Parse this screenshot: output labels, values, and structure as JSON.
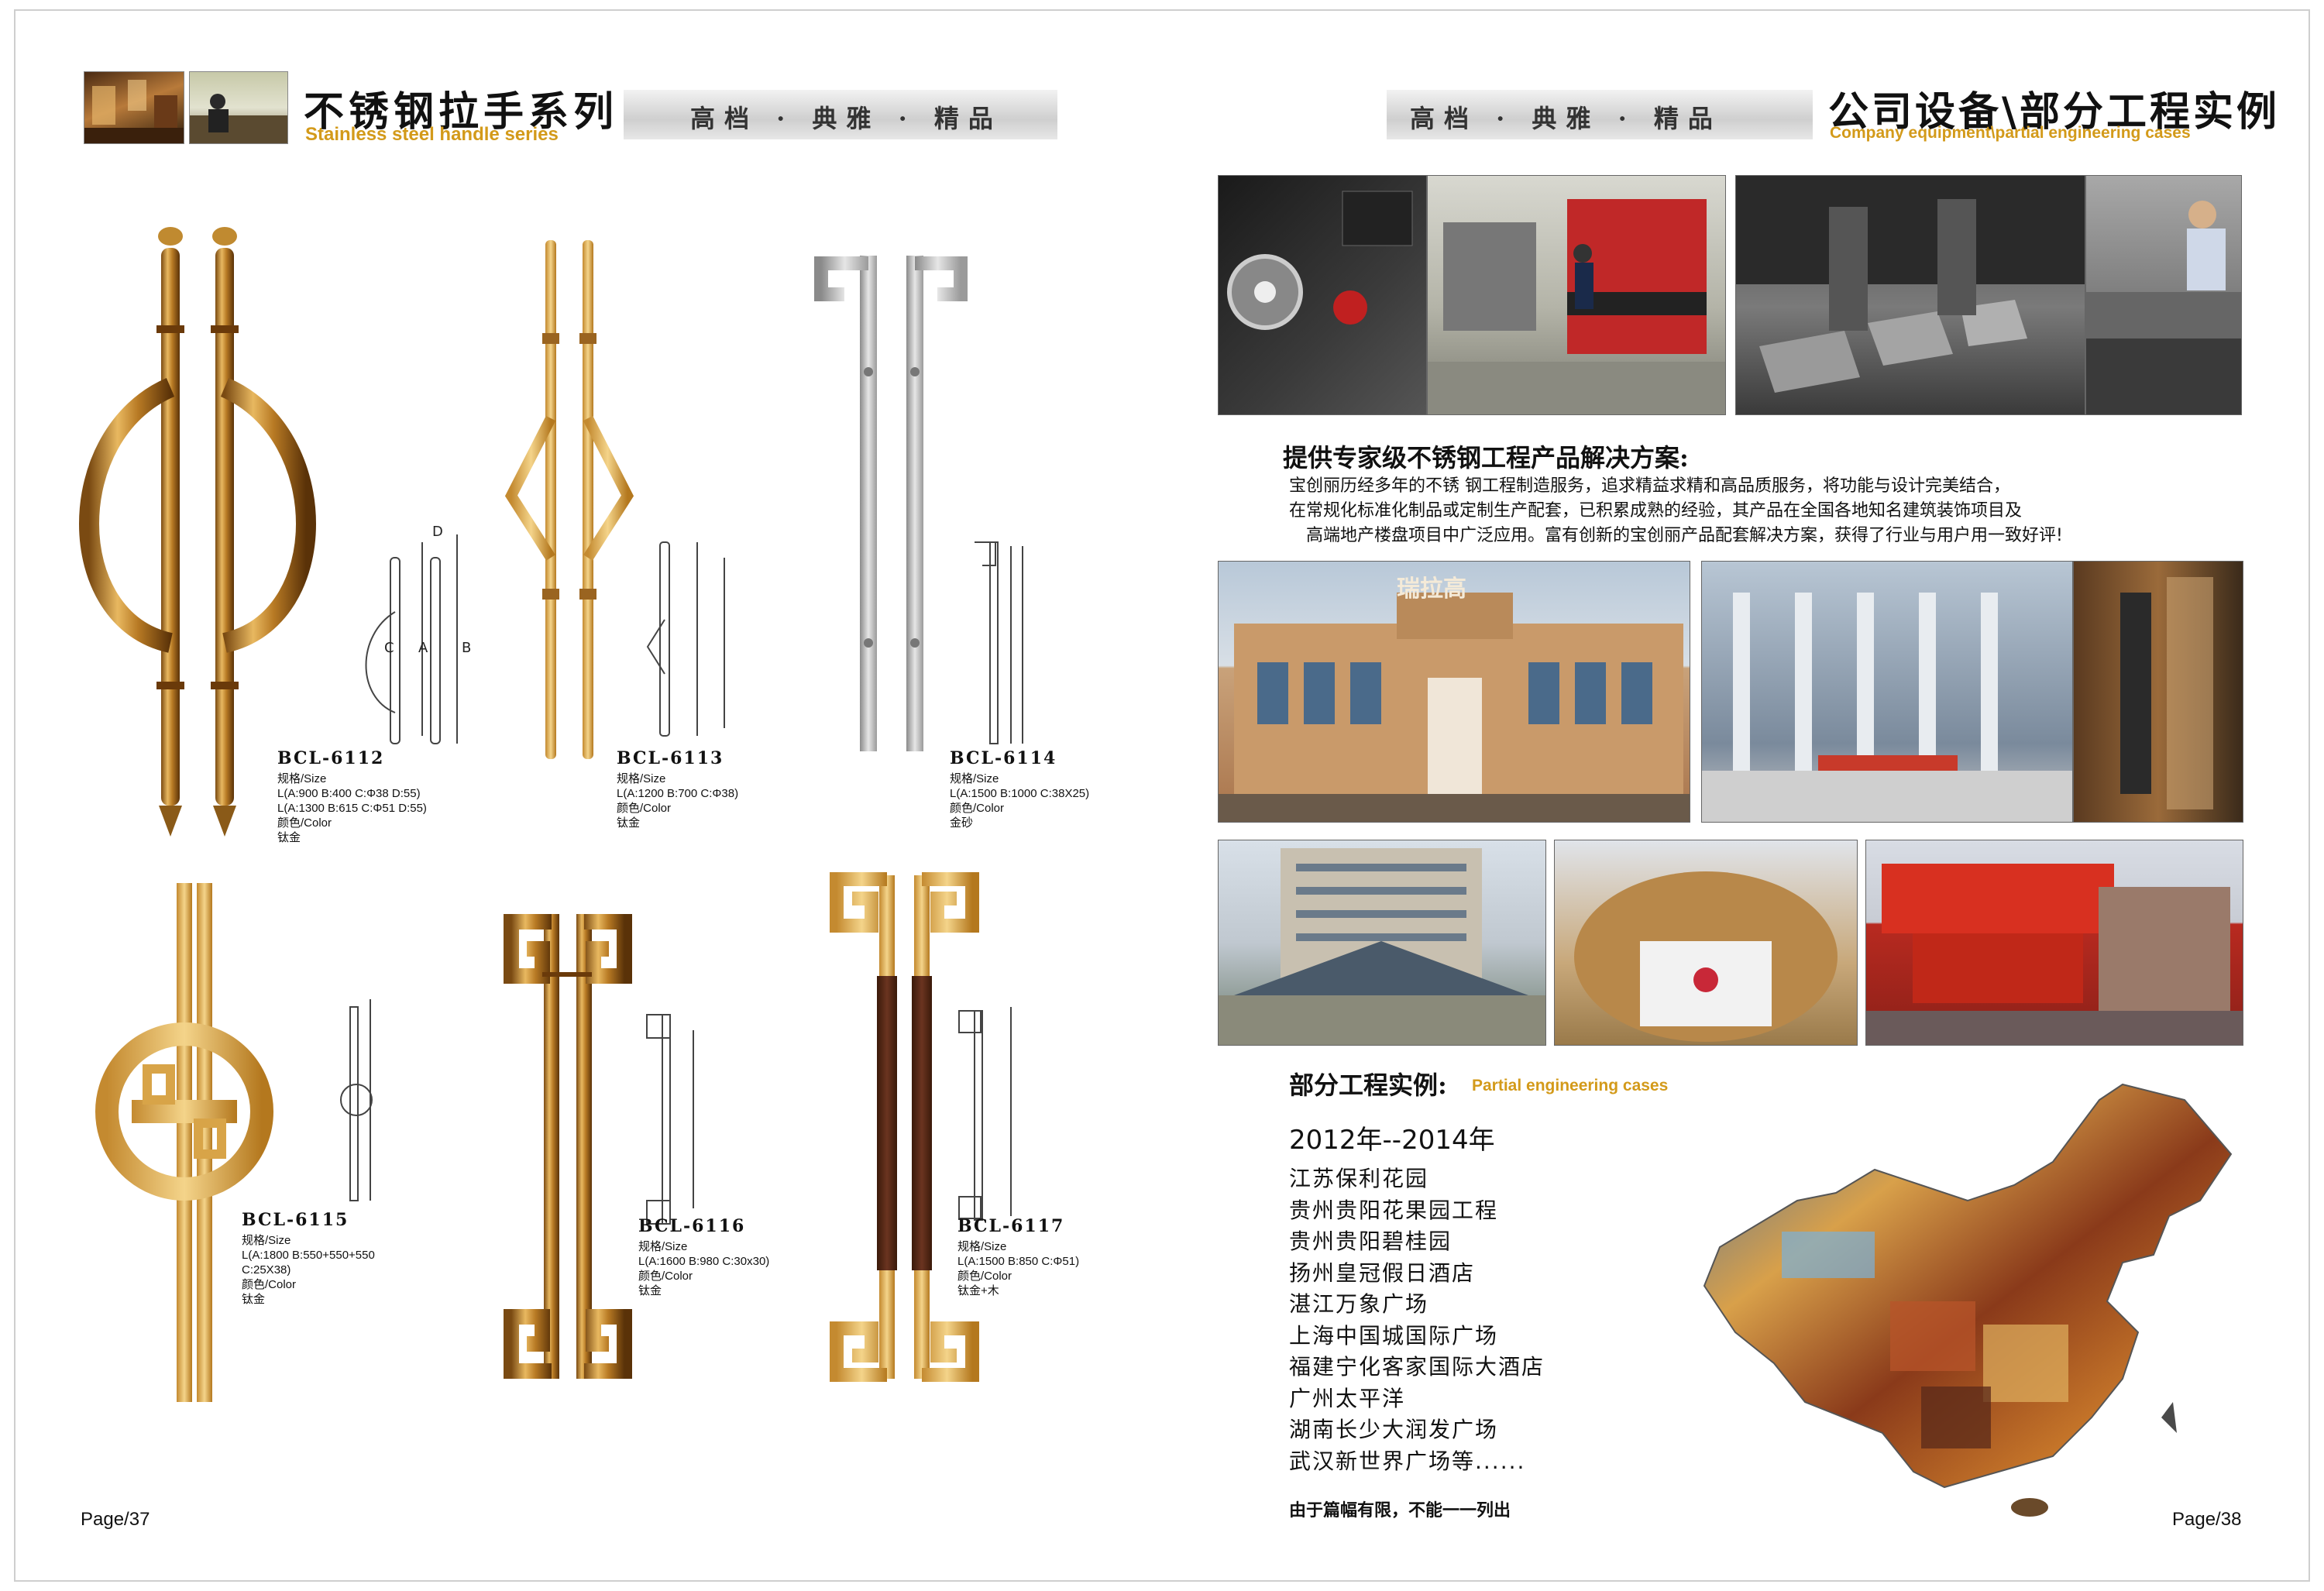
{
  "left": {
    "title_cn": "不锈钢拉手系列",
    "title_en": "Stainless steel handle series",
    "band_text": "高档 · 典雅 · 精品",
    "page": "Page/37",
    "products": [
      {
        "model": "BCL-6112",
        "specs": [
          "规格/Size",
          "L(A:900   B:400  C:Φ38  D:55)",
          "L(A:1300   B:615  C:Φ51  D:55)",
          "颜色/Color",
          "钛金"
        ]
      },
      {
        "model": "BCL-6113",
        "specs": [
          "规格/Size",
          "L(A:1200  B:700  C:Φ38)",
          "颜色/Color",
          "钛金"
        ]
      },
      {
        "model": "BCL-6114",
        "specs": [
          "规格/Size",
          "L(A:1500  B:1000  C:38X25)",
          "颜色/Color",
          "金砂"
        ]
      },
      {
        "model": "BCL-6115",
        "specs": [
          "规格/Size",
          "L(A:1800  B:550+550+550",
          "C:25X38)",
          "颜色/Color",
          "钛金"
        ]
      },
      {
        "model": "BCL-6116",
        "specs": [
          "规格/Size",
          "L(A:1600  B:980  C:30x30)",
          "颜色/Color",
          "钛金"
        ]
      },
      {
        "model": "BCL-6117",
        "specs": [
          "规格/Size",
          "L(A:1500  B:850  C:Φ51)",
          "颜色/Color",
          "钛金+木"
        ]
      }
    ],
    "diagram_letters": {
      "a": "A",
      "b": "B",
      "c": "C",
      "d": "D"
    }
  },
  "right": {
    "title_cn": "公司设备\\部分工程实例",
    "title_en": "Company equipment\\partial engineering cases",
    "band_text": "高档 · 典雅 · 精品",
    "section1_title": "提供专家级不锈钢工程产品解决方案:",
    "section1_lines": [
      "宝创丽历经多年的不锈    钢工程制造服务，追求精益求精和高品质服务，将功能与设计完美结合，",
      "在常规化标准化制品或定制生产配套，已积累成熟的经验，其产品在全国各地知名建筑装饰项目及",
      "高端地产楼盘项目中广泛应用。富有创新的宝创丽产品配套解决方案，获得了行业与用户用一致好评!"
    ],
    "section2_title_cn": "部分工程实例:",
    "section2_title_en": "Partial engineering cases",
    "years": "2012年--2014年",
    "projects": [
      "江苏保利花园",
      "贵州贵阳花果园工程",
      "贵州贵阳碧桂园",
      "扬州皇冠假日酒店",
      "湛江万象广场",
      "上海中国城国际广场",
      "福建宁化客家国际大酒店",
      "广州太平洋",
      "湖南长少大润发广场",
      "武汉新世界广场等......"
    ],
    "footnote": "由于篇幅有限，不能一一列出",
    "page": "Page/38",
    "building_sign": "瑞拉高"
  },
  "colors": {
    "gold": "#d9a53a",
    "gold_dark": "#a8741a",
    "steel": "#b9b9b9",
    "accent_en": "#d39a1a",
    "wood": "#5a2b18"
  }
}
